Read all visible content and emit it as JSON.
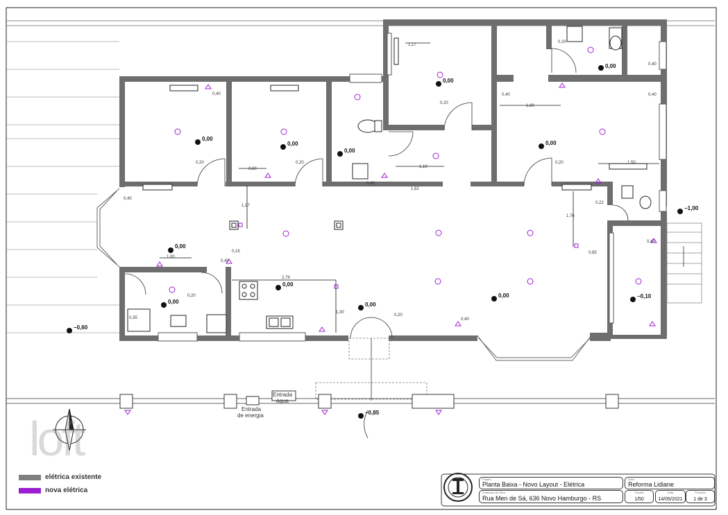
{
  "drawing": {
    "levels": [
      "0,00",
      "0,00",
      "0,00",
      "0,00",
      "0,00",
      "0,00",
      "0,00",
      "0,00",
      "0,00",
      "0,00",
      "0,00"
    ],
    "level_neg_1": "−1,00",
    "level_neg_010": "−0,10",
    "level_neg_060": "−0,60",
    "level_neg_085": "−0,85",
    "dimensions": [
      "1,17",
      "0,20",
      "0,40",
      "0,80",
      "0,20",
      "0,20",
      "1,10",
      "1,62",
      "1,80",
      "0,40",
      "0,40",
      "0,20",
      "1,50",
      "1,76",
      "0,85",
      "0,22",
      "0,40",
      "1,17",
      "0,15",
      "1,00",
      "0,40",
      "2,79",
      "1,30",
      "0,20",
      "0,40",
      "0,35",
      "0,20",
      "0,40",
      "0,40",
      "0,40",
      "0,20"
    ],
    "entrada_agua": [
      "Entrada",
      "água"
    ],
    "entrada_energia": [
      "Entrada",
      "de energia"
    ]
  },
  "legend": {
    "existing_label": "elétrica existente",
    "existing_color": "#7f7f7f",
    "new_label": "nova elétrica",
    "new_color": "#9b1fd1"
  },
  "watermark": {
    "text": "loft"
  },
  "title_block": {
    "project_caption": "Projeto",
    "project_value": "Planta Baixa - Novo Layout - Elétrica",
    "address_caption": "Endereço da Obra",
    "address_value": "Rua Men de Sá, 636 Novo Hamburgo - RS",
    "client_caption": "Obra",
    "client_value": "Reforma Lidiane",
    "scale_caption": "Escala",
    "scale_value": "1/50",
    "date_caption": "Data",
    "date_value": "14/05/2021",
    "sheet_caption": "Prancha",
    "sheet_value": "1 de 3"
  },
  "colors": {
    "wall": "#6e6e6e",
    "electric": "#9b1fd1",
    "line": "#1a1a1a"
  }
}
